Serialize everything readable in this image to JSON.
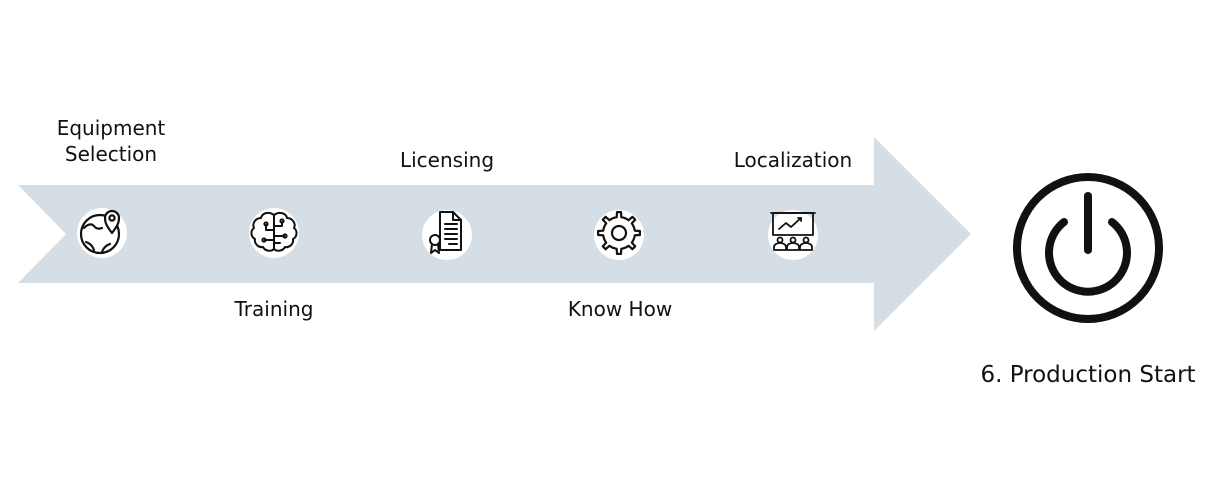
{
  "steps": [
    {
      "label": "Equipment\nSelection",
      "icon": "globe-pin-icon"
    },
    {
      "label": "Training",
      "icon": "brain-circuit-icon"
    },
    {
      "label": "Licensing",
      "icon": "certificate-icon"
    },
    {
      "label": "Know How",
      "icon": "gear-icon"
    },
    {
      "label": "Localization",
      "icon": "presentation-board-icon"
    }
  ],
  "final": {
    "label": "6. Production Start",
    "icon": "power-icon"
  },
  "colors": {
    "arrow": "#d6dee5",
    "stroke": "#111111",
    "circle": "#ffffff"
  }
}
